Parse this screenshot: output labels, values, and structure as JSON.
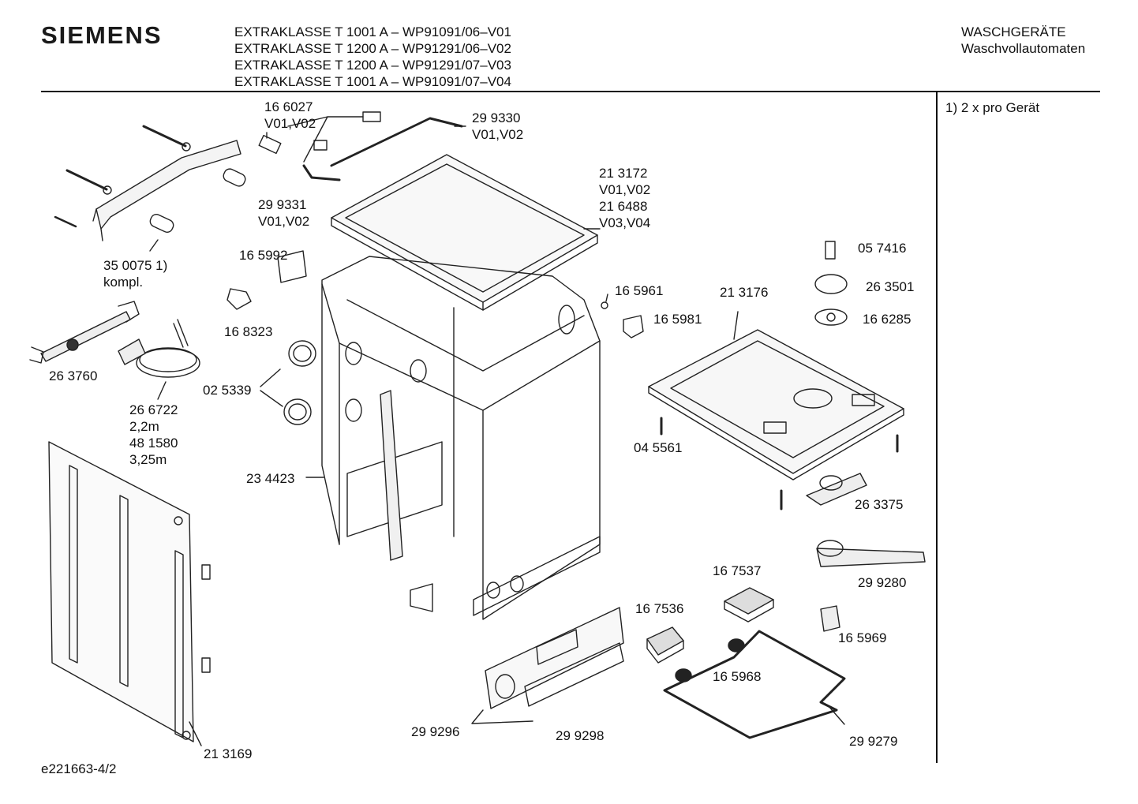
{
  "header": {
    "brand": "SIEMENS",
    "models": [
      "EXTRAKLASSE T 1001 A – WP91091/06–V01",
      "EXTRAKLASSE T 1200 A – WP91291/06–V02",
      "EXTRAKLASSE T 1200 A – WP91291/07–V03",
      "EXTRAKLASSE T 1001 A – WP91091/07–V04"
    ],
    "category_line1": "WASCHGERÄTE",
    "category_line2": "Waschvollautomaten"
  },
  "side_note": "1) 2 x pro Gerät",
  "footer_code": "e221663-4/2",
  "part_labels": {
    "p166027": [
      "16 6027",
      "V01,V02"
    ],
    "p299330": [
      "29 9330",
      "V01,V02"
    ],
    "p299331": [
      "29 9331",
      "V01,V02"
    ],
    "p213172": [
      "21 3172",
      "V01,V02",
      "21 6488",
      "V03,V04"
    ],
    "p350075": [
      "35 0075 1)",
      "kompl."
    ],
    "p165992": [
      "16 5992"
    ],
    "p168323": [
      "16 8323"
    ],
    "p263760": [
      "26 3760"
    ],
    "p266722": [
      "26 6722",
      "2,2m",
      "48 1580",
      "3,25m"
    ],
    "p025339": [
      "02 5339"
    ],
    "p234423": [
      "23 4423"
    ],
    "p165961": [
      "16 5961"
    ],
    "p165981": [
      "16 5981"
    ],
    "p213176": [
      "21 3176"
    ],
    "p057416": [
      "05 7416"
    ],
    "p263501": [
      "26 3501"
    ],
    "p166285": [
      "16 6285"
    ],
    "p045561": [
      "04 5561"
    ],
    "p263375": [
      "26 3375"
    ],
    "p299280": [
      "29 9280"
    ],
    "p167537": [
      "16 7537"
    ],
    "p167536": [
      "16 7536"
    ],
    "p165969": [
      "16 5969"
    ],
    "p165968": [
      "16 5968"
    ],
    "p299296": [
      "29 9296"
    ],
    "p299298": [
      "29 9298"
    ],
    "p299279": [
      "29 9279"
    ],
    "p213169": [
      "21 3169"
    ]
  }
}
